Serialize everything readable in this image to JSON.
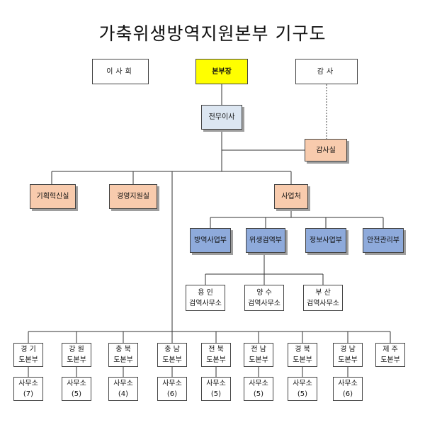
{
  "title": "가축위생방역지원본부 기구도",
  "top": {
    "board": "이사회",
    "chief": "본부장",
    "audit": "감사"
  },
  "managing_director": "전무이사",
  "audit_office": "감사실",
  "offices": {
    "planning": "기획혁신실",
    "management": "경영지원실",
    "business": "사업처"
  },
  "departments": [
    "방역사업부",
    "위생검역부",
    "정보사업부",
    "안전관리부"
  ],
  "inspection_offices": [
    {
      "name": "용 인",
      "label": "검역사무소"
    },
    {
      "name": "양 수",
      "label": "검역사무소"
    },
    {
      "name": "부 산",
      "label": "검역사무소"
    }
  ],
  "provincial_branches": [
    {
      "name": "경 기",
      "label": "도본부",
      "office": "사무소",
      "count": "(7)"
    },
    {
      "name": "강 원",
      "label": "도본부",
      "office": "사무소",
      "count": "(5)"
    },
    {
      "name": "충 북",
      "label": "도본부",
      "office": "사무소",
      "count": "(4)"
    },
    {
      "name": "충 남",
      "label": "도본부",
      "office": "사무소",
      "count": "(6)"
    },
    {
      "name": "전 북",
      "label": "도본부",
      "office": "사무소",
      "count": "(5)"
    },
    {
      "name": "전 남",
      "label": "도본부",
      "office": "사무소",
      "count": "(5)"
    },
    {
      "name": "경 북",
      "label": "도본부",
      "office": "사무소",
      "count": "(5)"
    },
    {
      "name": "경 남",
      "label": "도본부",
      "office": "사무소",
      "count": "(6)"
    },
    {
      "name": "제 주",
      "label": "도본부"
    }
  ],
  "colors": {
    "chief": "#ffff00",
    "managing_director": "#dce6f1",
    "office": "#f8cbad",
    "department": "#8eaadb"
  }
}
